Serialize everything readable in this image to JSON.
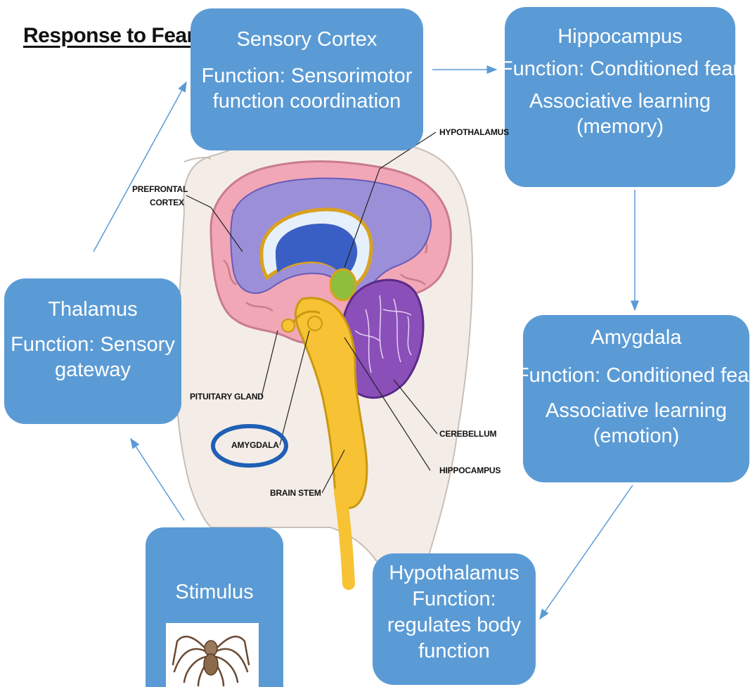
{
  "title": "Response to Fear",
  "boxes": {
    "sensory_cortex": {
      "name": "Sensory Cortex",
      "function_lines": [
        "Function: Sensorimotor",
        "function coordination"
      ]
    },
    "hippocampus": {
      "name": "Hippocampus",
      "function_line": "Function: Conditioned fear",
      "assoc_lines": [
        "Associative learning",
        "(memory)"
      ]
    },
    "amygdala": {
      "name": "Amygdala",
      "function_line": "Function: Conditioned fear",
      "assoc_lines": [
        "Associative learning",
        "(emotion)"
      ]
    },
    "hypothalamus": {
      "name": "Hypothalamus",
      "lines": [
        "Function:",
        "regulates body",
        "function"
      ]
    },
    "thalamus": {
      "name": "Thalamus",
      "lines": [
        "Function: Sensory",
        "gateway"
      ]
    },
    "stimulus": {
      "name": "Stimulus"
    }
  },
  "brain_labels": {
    "prefrontal_lines": [
      "PREFRONTAL",
      "CORTEX"
    ],
    "hypothalamus": "HYPOTHALAMUS",
    "pituitary": "PITUITARY GLAND",
    "amygdala": "AMYGDALA",
    "cerebellum": "CEREBELLUM",
    "hippocampus": "HIPPOCAMPUS",
    "brain_stem": "BRAIN STEM"
  },
  "colors": {
    "box_fill": "#5b9bd5",
    "arrow": "#5b9bd5",
    "brain_pink": "#f2a7b6",
    "brain_inner": "#9b8fd8",
    "ventricle": "#3a5fc4",
    "stem_yellow": "#f7c233",
    "cerebellum": "#8a4fb8",
    "amygdala_ring": "#1f5fb5"
  }
}
